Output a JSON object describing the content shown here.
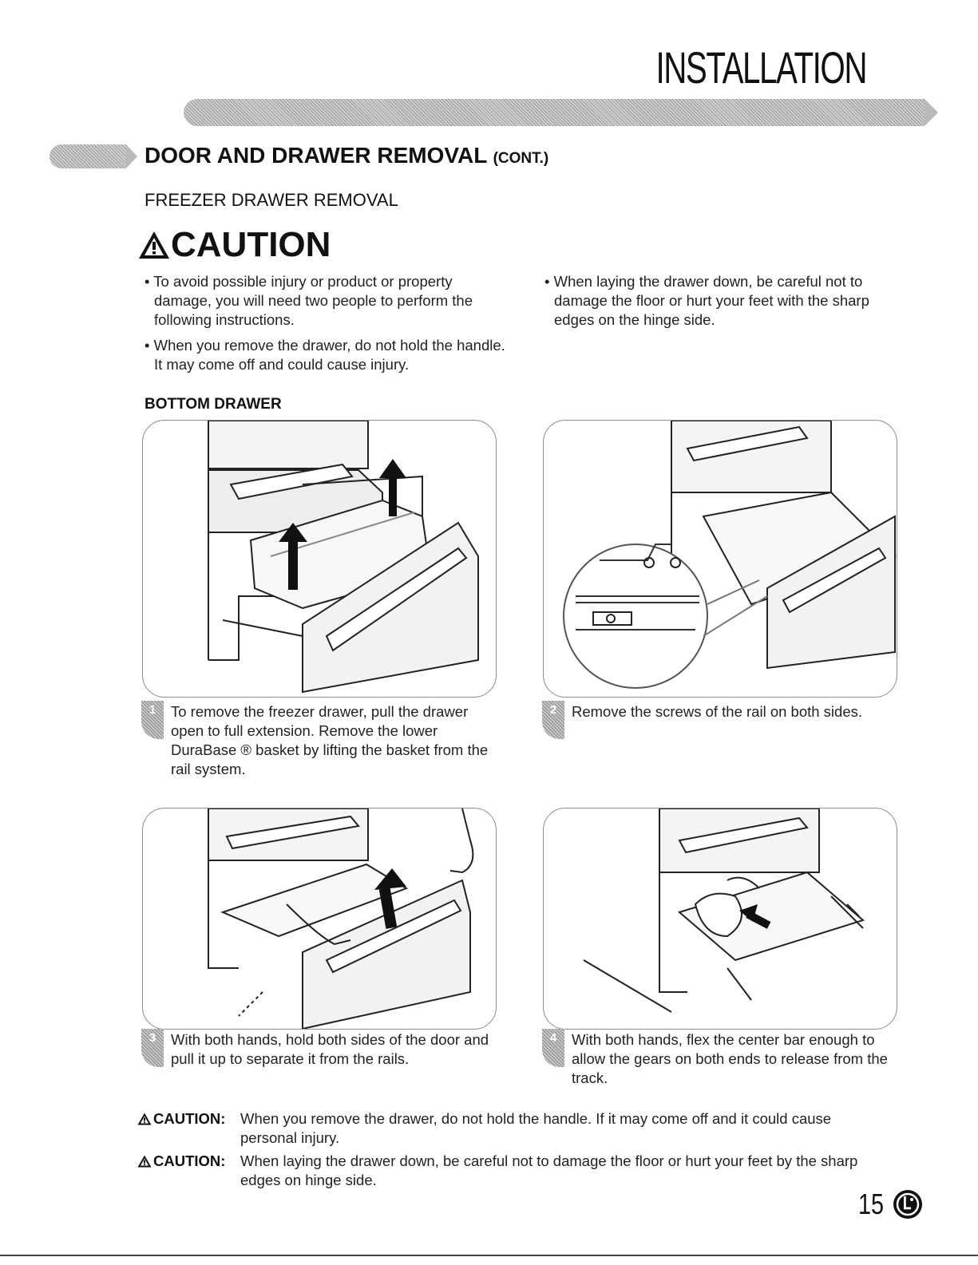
{
  "header": {
    "section": "INSTALLATION",
    "title": "DOOR AND DRAWER REMOVAL",
    "title_suffix": "(CONT.)",
    "subtitle": "FREEZER DRAWER REMOVAL"
  },
  "caution": {
    "heading": "CAUTION",
    "left_items": [
      "To avoid possible injury or product or property damage, you will need two people to perform the following instructions.",
      "When you remove the drawer, do not hold the handle. It may come off and could cause injury."
    ],
    "right_items": [
      "When laying the drawer down, be careful not to damage the floor or hurt your feet with the sharp edges on the hinge side."
    ]
  },
  "bottom_drawer": {
    "heading": "BOTTOM DRAWER",
    "steps": [
      {
        "num": "1",
        "text": "To remove the freezer drawer, pull the drawer open to full extension. Remove the lower DuraBase ® basket by lifting the basket from the rail system."
      },
      {
        "num": "2",
        "text": "Remove the screws of the rail on both sides."
      },
      {
        "num": "3",
        "text": "With both hands, hold both sides of the door and pull it up to separate it from the rails."
      },
      {
        "num": "4",
        "text": "With both hands, flex the center bar enough to allow the gears on both ends to release from the track."
      }
    ]
  },
  "notes": [
    {
      "label": "CAUTION:",
      "text": "When you remove the drawer, do not hold the handle. If it may come off and it could cause personal injury."
    },
    {
      "label": "CAUTION:",
      "text": "When laying the drawer down, be careful not to damage the floor or hurt your feet by the sharp edges on hinge side."
    }
  ],
  "footer": {
    "page_number": "15"
  }
}
